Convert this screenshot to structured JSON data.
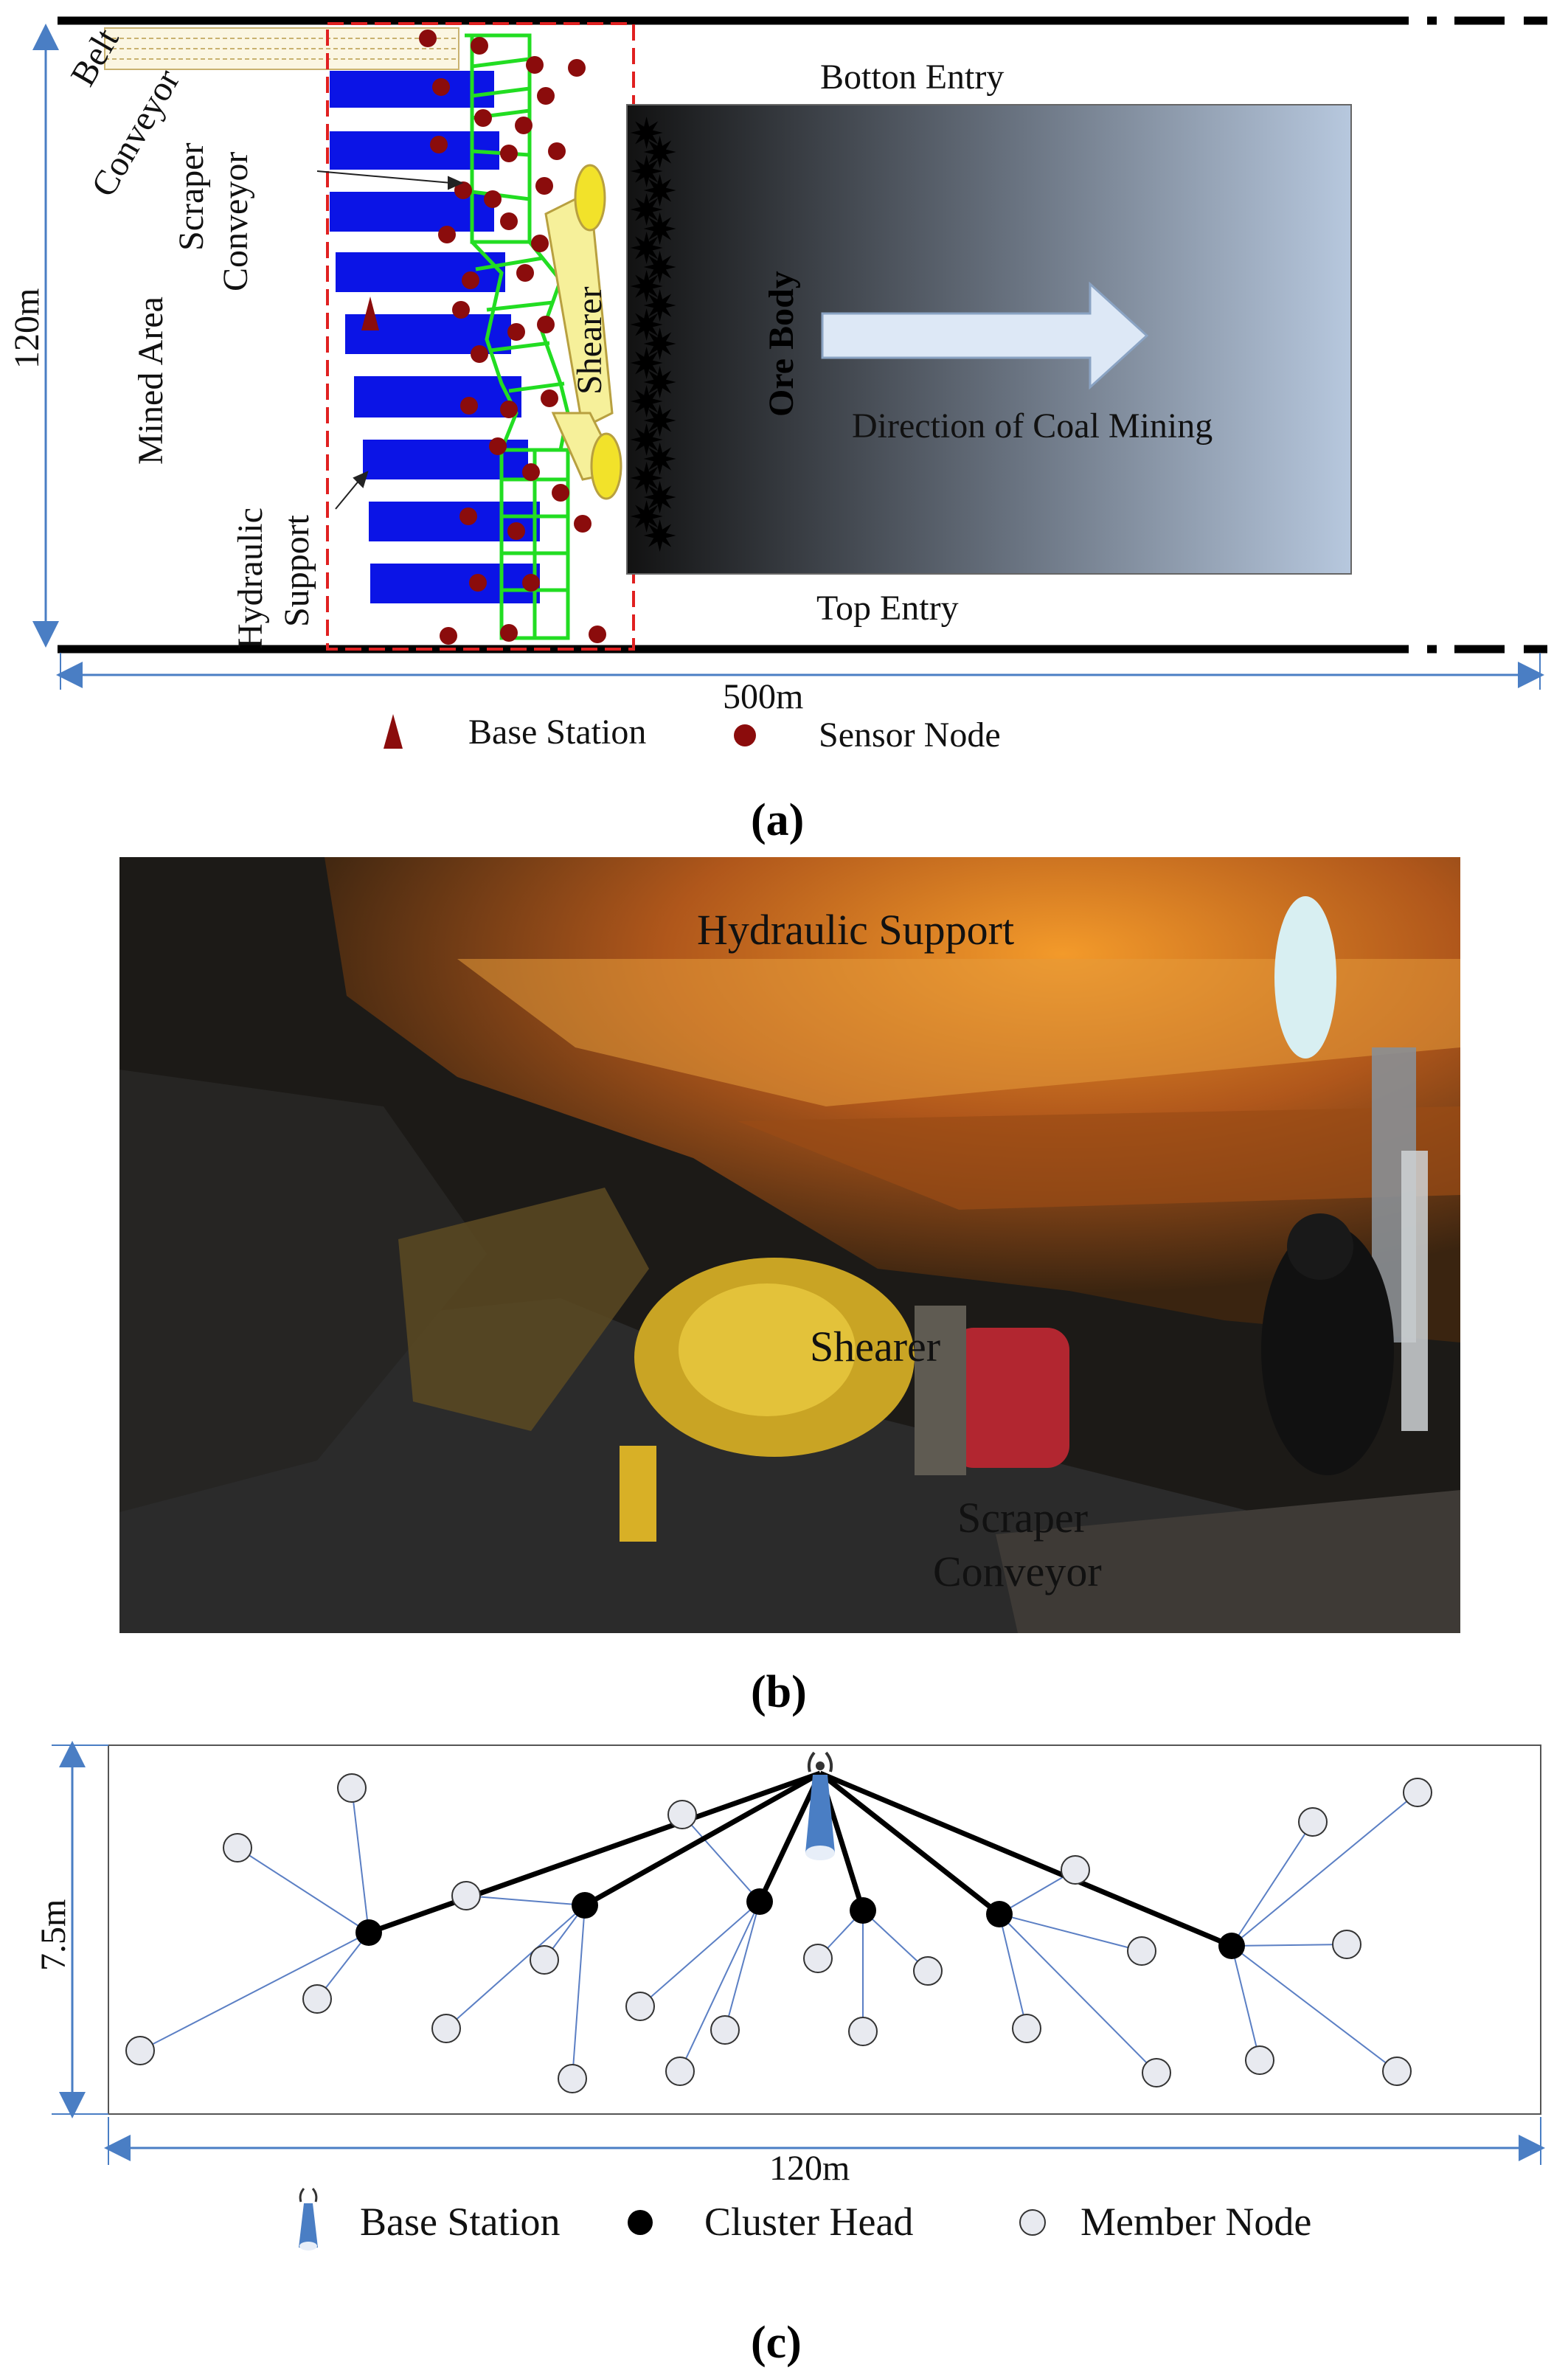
{
  "panel_a": {
    "caption": "(a)",
    "labels": {
      "botton_entry": "Botton Entry",
      "top_entry": "Top Entry",
      "belt_conveyor_1": "Belt",
      "belt_conveyor_2": "Conveyor",
      "scraper_conveyor_1": "Scraper",
      "scraper_conveyor_2": "Conveyor",
      "mined_area": "Mined Area",
      "hydraulic_support_1": "Hydraulic",
      "hydraulic_support_2": "Support",
      "shearer": "Shearer",
      "ore_body": "Ore Body",
      "direction": "Direction of Coal Mining",
      "height": "120m",
      "width": "500m"
    },
    "legend": {
      "base_station": "Base Station",
      "sensor_node": "Sensor Node"
    },
    "colors": {
      "support": "#0b14e6",
      "scraper": "#22dd22",
      "sensor": "#8b0c0c",
      "boundary": "#e02020",
      "dimension": "#4a7ec4"
    }
  },
  "panel_b": {
    "caption": "(b)",
    "labels": {
      "hydraulic_support": "Hydraulic Support",
      "shearer": "Shearer",
      "scraper_1": "Scraper",
      "scraper_2": "Conveyor"
    }
  },
  "panel_c": {
    "caption": "(c)",
    "labels": {
      "height": "7.5m",
      "width": "120m"
    },
    "legend": {
      "base_station": "Base Station",
      "cluster_head": "Cluster Head",
      "member_node": "Member Node"
    },
    "colors": {
      "member_fill": "#e8eaf0",
      "link": "#5b7fc4",
      "head": "#000000",
      "base": "#4a7ec4"
    }
  }
}
